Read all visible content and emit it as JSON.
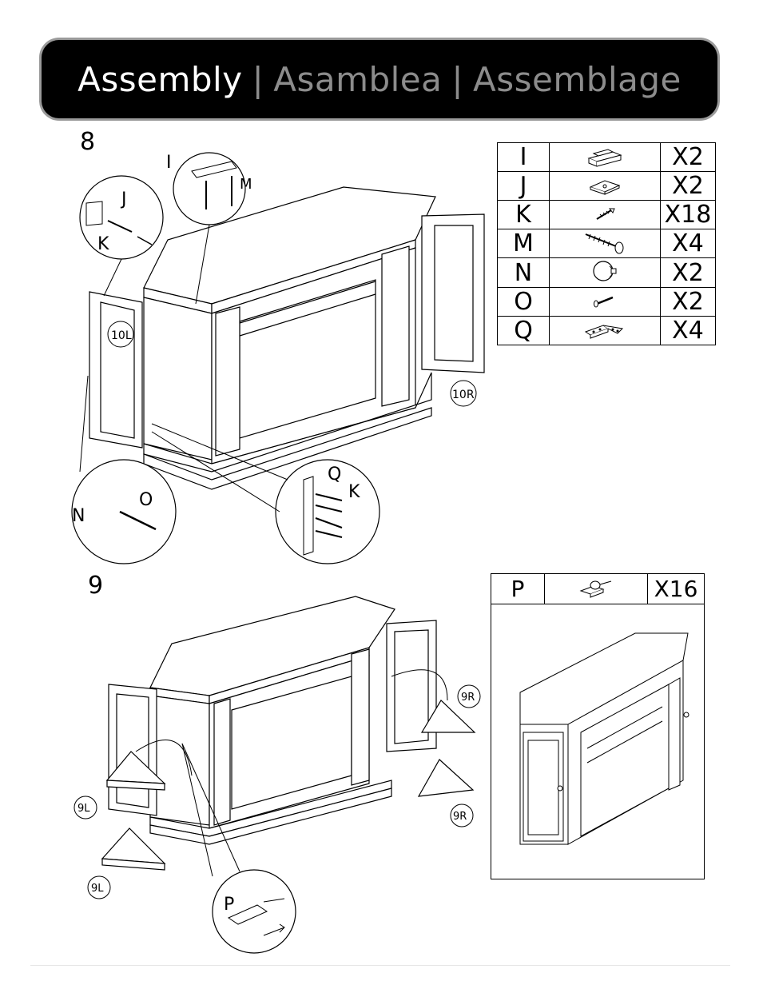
{
  "header": {
    "title_en": "Assembly",
    "separator": "|",
    "title_es": "Asamblea",
    "title_fr": "Assemblage"
  },
  "steps": [
    {
      "number": "8"
    },
    {
      "number": "9"
    }
  ],
  "parts_table": [
    {
      "letter": "I",
      "icon": "bracket-icon",
      "qty": "X2"
    },
    {
      "letter": "J",
      "icon": "plate-icon",
      "qty": "X2"
    },
    {
      "letter": "K",
      "icon": "small-screw-icon",
      "qty": "X18"
    },
    {
      "letter": "M",
      "icon": "large-screw-icon",
      "qty": "X4"
    },
    {
      "letter": "N",
      "icon": "knob-icon",
      "qty": "X2"
    },
    {
      "letter": "O",
      "icon": "bolt-icon",
      "qty": "X2"
    },
    {
      "letter": "Q",
      "icon": "hinge-icon",
      "qty": "X4"
    }
  ],
  "shelf_pin": {
    "letter": "P",
    "icon": "shelf-pin-icon",
    "qty": "X16"
  },
  "callouts": {
    "i": "I",
    "m": "M",
    "j": "J",
    "k": "K",
    "k2": "K",
    "q": "Q",
    "n": "N",
    "o": "O",
    "p": "P",
    "door_left": "10L",
    "door_right": "10R",
    "shelf_left_a": "9L",
    "shelf_left_b": "9L",
    "shelf_right_a": "9R",
    "shelf_right_b": "9R"
  }
}
